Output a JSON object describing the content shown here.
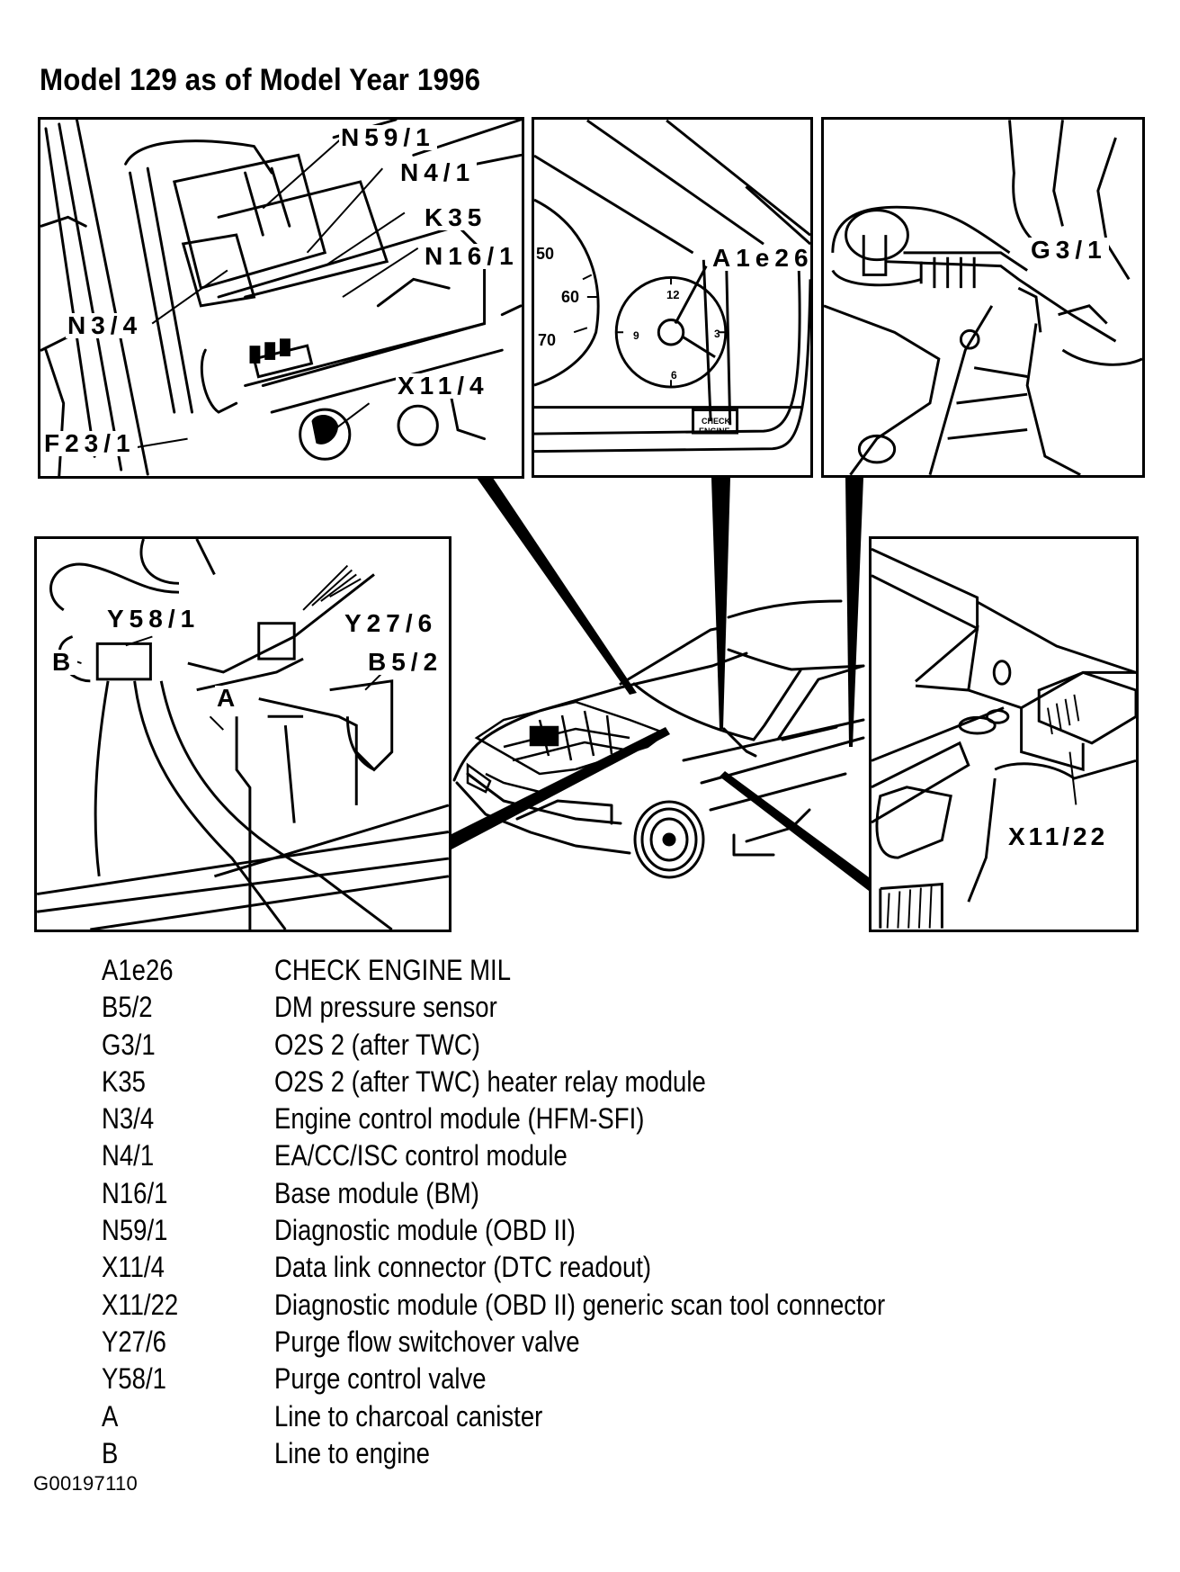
{
  "title": "Model 129 as of Model Year 1996",
  "panels": [
    {
      "id": "engine-compartment-modules",
      "callouts": [
        "N59/1",
        "N4/1",
        "K35",
        "N16/1",
        "N3/4",
        "X11/4",
        "F23/1"
      ]
    },
    {
      "id": "instrument-cluster",
      "callouts": [
        "A1e26"
      ],
      "gauge_labels": [
        "50",
        "60",
        "70",
        "12",
        "9",
        "3",
        "6"
      ],
      "indicator_text": [
        "CHECK",
        "ENGINE"
      ]
    },
    {
      "id": "exhaust-o2-sensor",
      "callouts": [
        "G3/1"
      ]
    },
    {
      "id": "purge-valves",
      "callouts": [
        "Y58/1",
        "Y27/6",
        "B",
        "B5/2",
        "A"
      ]
    },
    {
      "id": "footwell-connector",
      "callouts": [
        "X11/22"
      ]
    }
  ],
  "callouts": {
    "n59_1": "N59/1",
    "n4_1": "N4/1",
    "k35": "K35",
    "n16_1": "N16/1",
    "n3_4": "N3/4",
    "x11_4": "X11/4",
    "f23_1": "F23/1",
    "a1e26": "A1e26",
    "g3_1": "G3/1",
    "y58_1": "Y58/1",
    "y27_6": "Y27/6",
    "b": "B",
    "b5_2": "B5/2",
    "a": "A",
    "x11_22": "X11/22"
  },
  "gauge": {
    "speed_50": "50",
    "speed_60": "60",
    "speed_70": "70",
    "clock_12": "12",
    "clock_9": "9",
    "clock_3": "3",
    "clock_6": "6",
    "check_line1": "CHECK",
    "check_line2": "ENGINE"
  },
  "legend": [
    {
      "code": "A1e26",
      "description": "CHECK ENGINE MIL"
    },
    {
      "code": "B5/2",
      "description": "DM pressure sensor"
    },
    {
      "code": "G3/1",
      "description": "O2S 2 (after TWC)"
    },
    {
      "code": "K35",
      "description": "O2S 2 (after TWC) heater relay module"
    },
    {
      "code": "N3/4",
      "description": "Engine control module (HFM-SFI)"
    },
    {
      "code": "N4/1",
      "description": "EA/CC/ISC control module"
    },
    {
      "code": "N16/1",
      "description": "Base module (BM)"
    },
    {
      "code": "N59/1",
      "description": "Diagnostic module (OBD II)"
    },
    {
      "code": "X11/4",
      "description": "Data link connector (DTC readout)"
    },
    {
      "code": "X11/22",
      "description": "Diagnostic module (OBD II) generic scan tool connector"
    },
    {
      "code": "Y27/6",
      "description": "Purge flow switchover valve"
    },
    {
      "code": "Y58/1",
      "description": "Purge control valve"
    },
    {
      "code": "A",
      "description": "Line to charcoal canister"
    },
    {
      "code": "B",
      "description": "Line to engine"
    }
  ],
  "figure_id": "G00197110"
}
